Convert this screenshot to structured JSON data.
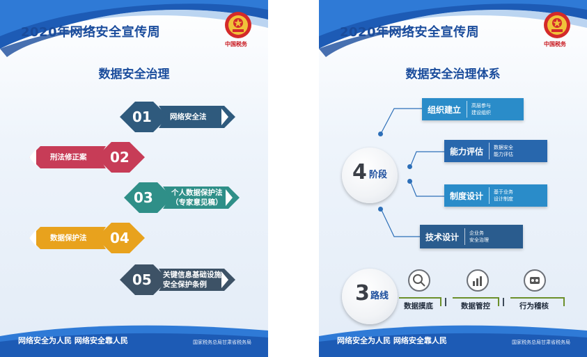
{
  "left": {
    "title": "2020年网络安全宣传周",
    "brand": "中国税务",
    "subtitle": "数据安全治理",
    "items": [
      {
        "num": "01",
        "label": "网络安全法"
      },
      {
        "num": "02",
        "label": "刑法修正案"
      },
      {
        "num": "03",
        "label_line1": "个人数据保护法",
        "label_line2": "（专家意见稿）"
      },
      {
        "num": "04",
        "label": "数据保护法"
      },
      {
        "num": "05",
        "label_line1": "关键信息基础设施",
        "label_line2": "安全保护条例"
      }
    ],
    "slogan": "网络安全为人民  网络安全靠人民",
    "org": "国家税务总局甘肃省税务局"
  },
  "right": {
    "title": "2020年网络安全宣传周",
    "brand": "中国税务",
    "subtitle": "数据安全治理体系",
    "stage": {
      "num": "4",
      "text": "阶段"
    },
    "boxes": [
      {
        "title": "组织建立",
        "desc1": "高层参与",
        "desc2": "建设组织"
      },
      {
        "title": "能力评估",
        "desc1": "数据安全",
        "desc2": "能力评估"
      },
      {
        "title": "制度设计",
        "desc1": "基于业务",
        "desc2": "设计制度"
      },
      {
        "title": "技术设计",
        "desc1": "企业务",
        "desc2": "安全治理"
      }
    ],
    "route": {
      "num": "3",
      "text": "路线"
    },
    "routes": [
      "数据摸底",
      "数据管控",
      "行为稽核"
    ],
    "slogan": "网络安全为人民  网络安全靠人民",
    "org": "国家税务总局甘肃省税务局"
  },
  "colors": {
    "navy": "#1a4c9c",
    "law01": "#2f5a7d",
    "law02": "#c73c57",
    "law03": "#2f8f88",
    "law04": "#e8a21d",
    "law05": "#3d5266",
    "box_light": "#2a8cc9",
    "box_mid": "#2867ad",
    "box_dark": "#2a5c8e"
  }
}
